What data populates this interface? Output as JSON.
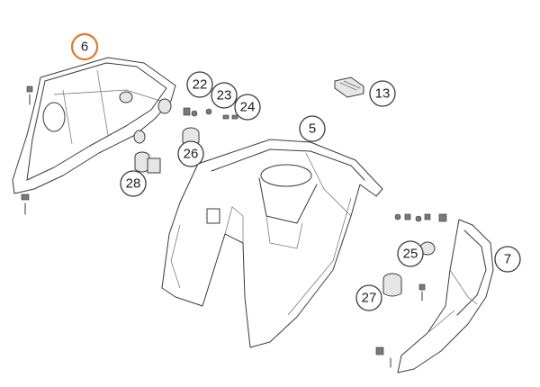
{
  "callouts": [
    {
      "id": "6",
      "label": "6",
      "highlight": true
    },
    {
      "id": "22",
      "label": "22"
    },
    {
      "id": "23",
      "label": "23"
    },
    {
      "id": "24",
      "label": "24"
    },
    {
      "id": "13",
      "label": "13"
    },
    {
      "id": "5",
      "label": "5"
    },
    {
      "id": "26",
      "label": "26"
    },
    {
      "id": "28",
      "label": "28"
    },
    {
      "id": "25",
      "label": "25"
    },
    {
      "id": "7",
      "label": "7"
    },
    {
      "id": "27",
      "label": "27"
    }
  ],
  "colors": {
    "highlight": "#e07a2a",
    "outline": "#3a3a3a",
    "background": "#ffffff"
  }
}
